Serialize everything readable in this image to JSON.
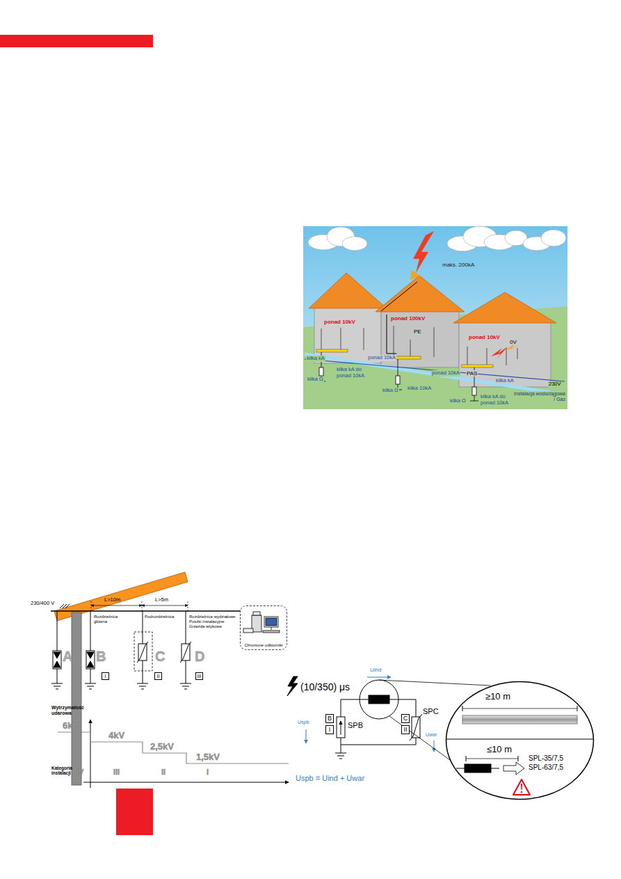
{
  "diagram": {
    "nodes": [
      {
        "text": [
          "Chronione odbiorniki"
        ]
      },
      {
        "text": [
          "I"
        ]
      },
      {
        "text": [
          "II"
        ]
      },
      {
        "text": [
          "III"
        ]
      },
      {
        "text": [
          "B"
        ]
      },
      {
        "text": [
          "I"
        ]
      },
      {
        "text": [
          "C"
        ]
      },
      {
        "text": [
          "II"
        ]
      },
      {
        "text": [
          "≥10 m",
          "≤10 m",
          "SPL-35/7,5",
          "SPL-63/7,5"
        ]
      }
    ],
    "labels": [
      "maks. 200kA",
      "ponad 10kV",
      "ponad 100kV",
      "PE",
      "ponad 10kV",
      "0V",
      "PAS",
      "kilka kA",
      "kilka Ω",
      "kilka kA do ponad 10kA",
      "ponad 10kA",
      "kilka Ω",
      "kilka 10kA",
      "ponad 10kA",
      "kilka kA",
      "230V",
      "kilka Ω",
      "kilka kA do ponad 10kA",
      "Instalacja wodociągowa / Gaz",
      "230/400 V",
      "L>10m",
      "L>5m",
      "Rozdzielnica główna",
      "Podrozdzielnica",
      "Rozdzielnice wydziałowe Puszki instalacyjne Gniazda wtykowe",
      "A",
      "B",
      "C",
      "D",
      "Wytrzymałość udarowa",
      "6kV",
      "4kV",
      "2,5kV",
      "1,5kV",
      "Kategoria instalacji",
      "IV",
      "III",
      "II",
      "I",
      "(10/350) μs",
      "Uind",
      "SPB",
      "SPC",
      "Uspb",
      "Uwar",
      "Uspb = Uind + Uwar"
    ]
  }
}
